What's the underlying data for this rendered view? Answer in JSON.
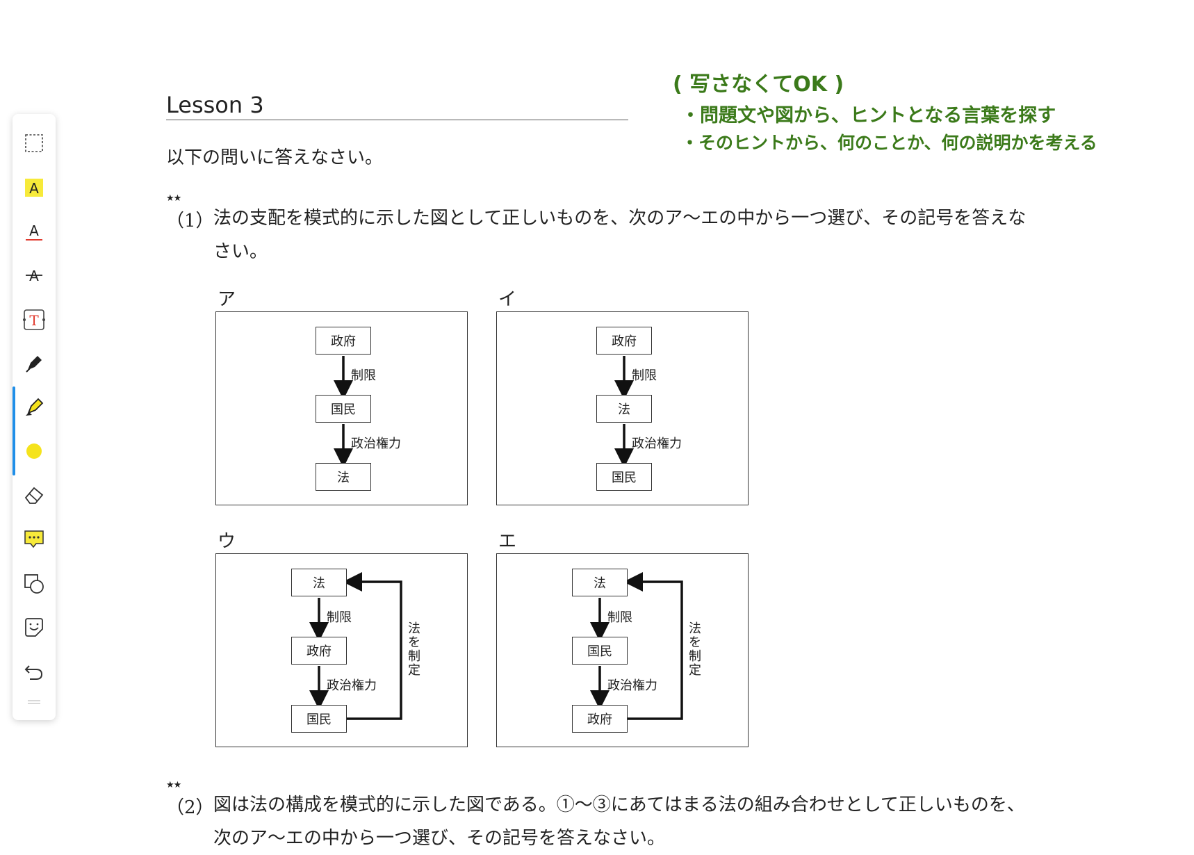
{
  "toolbar": {
    "tools": [
      {
        "name": "lasso-select-tool",
        "icon": "dashed-rect-icon"
      },
      {
        "name": "highlight-text-tool",
        "icon": "highlight-a-icon"
      },
      {
        "name": "underline-text-tool",
        "icon": "underline-a-icon"
      },
      {
        "name": "strikethrough-text-tool",
        "icon": "strike-a-icon"
      },
      {
        "name": "text-box-tool",
        "icon": "text-t-icon"
      },
      {
        "name": "pen-tool",
        "icon": "pen-icon"
      },
      {
        "name": "highlighter-tool",
        "icon": "highlighter-icon"
      },
      {
        "name": "color-picker",
        "icon": "yellow-dot-icon"
      },
      {
        "name": "eraser-tool",
        "icon": "eraser-icon"
      },
      {
        "name": "comment-tool",
        "icon": "comment-icon"
      },
      {
        "name": "shape-tool",
        "icon": "shapes-icon"
      },
      {
        "name": "sticker-tool",
        "icon": "sticker-icon"
      },
      {
        "name": "undo-button",
        "icon": "undo-icon"
      }
    ],
    "active_color": "#f5e31c",
    "active_accent": "#1f8ee8"
  },
  "doc": {
    "lesson_title": "Lesson 3",
    "instruction": "以下の問いに答えなさい。",
    "q1": {
      "stars": "★★",
      "num": "（1）",
      "line1": "法の支配を模式的に示した図として正しいものを、次のア〜エの中から一つ選び、その記号を答えな",
      "line2": "さい。"
    },
    "options": {
      "a": {
        "label": "ア",
        "boxes": [
          "政府",
          "国民",
          "法"
        ],
        "edges": [
          "制限",
          "政治権力"
        ]
      },
      "i": {
        "label": "イ",
        "boxes": [
          "政府",
          "法",
          "国民"
        ],
        "edges": [
          "制限",
          "政治権力"
        ]
      },
      "u": {
        "label": "ウ",
        "boxes": [
          "法",
          "政府",
          "国民"
        ],
        "edges": [
          "制限",
          "政治権力"
        ],
        "side": "法を制定"
      },
      "e": {
        "label": "エ",
        "boxes": [
          "法",
          "国民",
          "政府"
        ],
        "edges": [
          "制限",
          "政治権力"
        ],
        "side": "法を制定"
      }
    },
    "q2": {
      "stars": "★★",
      "num": "（2）",
      "line1": "図は法の構成を模式的に示した図である。①〜③にあてはまる法の組み合わせとして正しいものを、",
      "line2": "次のア〜エの中から一つ選び、その記号を答えなさい。"
    }
  },
  "handwriting": {
    "line1": "( 写さなくてOK )",
    "line2": "・問題文や図から、ヒントとなる言葉を探す",
    "line3": "・そのヒントから、何のことか、何の説明かを考える",
    "color": "#3b7a1a"
  }
}
